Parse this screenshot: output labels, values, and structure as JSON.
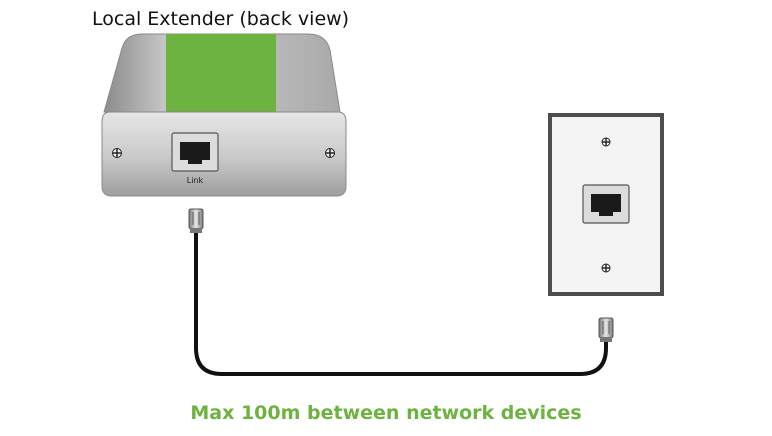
{
  "diagram": {
    "title": "Local Extender (back view)",
    "port_label": "Link",
    "caption": "Max 100m between network devices"
  },
  "colors": {
    "accent_green": "#6db33f",
    "device_body": "#b8b8b8",
    "cable": "#111111"
  }
}
